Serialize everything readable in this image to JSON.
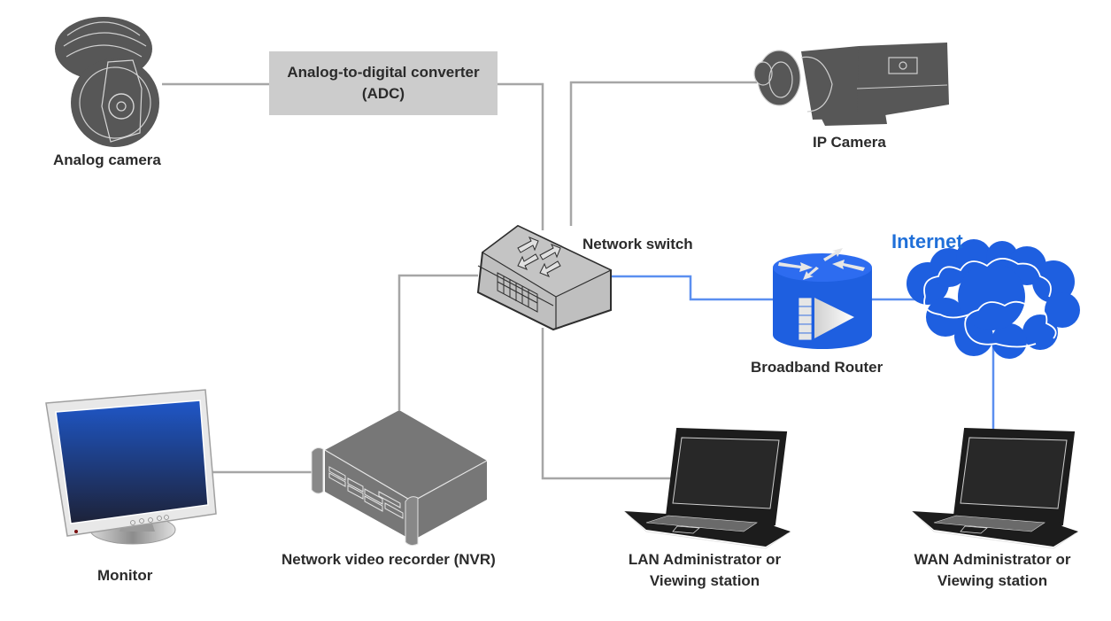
{
  "diagram": {
    "title": "IP video surveillance network",
    "colors": {
      "wire": "#a6a6a6",
      "wire_wan": "#5b8ff0",
      "device_dark": "#575757",
      "router_blue": "#1e5fe0",
      "cloud_blue": "#1e5fe0",
      "adc_fill": "#cccccc",
      "switch_fill": "#bfbfbf",
      "label_text": "#2b2b2b",
      "internet_text": "#1f6fd8"
    },
    "nodes": [
      {
        "id": "analog_camera",
        "label": "Analog camera",
        "icon": "dome-camera-icon"
      },
      {
        "id": "adc",
        "label_line1": "Analog-to-digital converter",
        "label_line2": "(ADC)",
        "icon": "converter-box"
      },
      {
        "id": "ip_camera",
        "label": "IP Camera",
        "icon": "box-camera-icon"
      },
      {
        "id": "network_switch",
        "label": "Network switch",
        "icon": "switch-icon"
      },
      {
        "id": "router",
        "label": "Broadband Router",
        "icon": "router-icon"
      },
      {
        "id": "internet",
        "label": "Internet",
        "icon": "cloud-icon"
      },
      {
        "id": "monitor",
        "label": "Monitor",
        "icon": "monitor-icon"
      },
      {
        "id": "nvr",
        "label": "Network video recorder (NVR)",
        "icon": "nvr-icon"
      },
      {
        "id": "lan_station",
        "label_line1": "LAN Administrator or",
        "label_line2": "Viewing station",
        "icon": "laptop-icon"
      },
      {
        "id": "wan_station",
        "label_line1": "WAN Administrator or",
        "label_line2": "Viewing station",
        "icon": "laptop-icon"
      }
    ],
    "connections": [
      {
        "from": "analog_camera",
        "to": "adc",
        "type": "lan"
      },
      {
        "from": "adc",
        "to": "network_switch",
        "type": "lan"
      },
      {
        "from": "ip_camera",
        "to": "network_switch",
        "type": "lan"
      },
      {
        "from": "network_switch",
        "to": "nvr",
        "type": "lan"
      },
      {
        "from": "network_switch",
        "to": "lan_station",
        "type": "lan"
      },
      {
        "from": "nvr",
        "to": "monitor",
        "type": "lan"
      },
      {
        "from": "network_switch",
        "to": "router",
        "type": "wan"
      },
      {
        "from": "router",
        "to": "internet",
        "type": "wan"
      },
      {
        "from": "internet",
        "to": "wan_station",
        "type": "wan"
      }
    ]
  }
}
